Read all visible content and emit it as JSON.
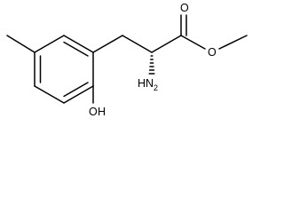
{
  "structure": {
    "atom_labels": {
      "carbonyl_oxygen": "O",
      "ester_oxygen": "O",
      "amine_n": "N",
      "amine_h": "H",
      "amine_h_count": "2",
      "hydroxyl_o": "O",
      "hydroxyl_h": "H"
    }
  }
}
